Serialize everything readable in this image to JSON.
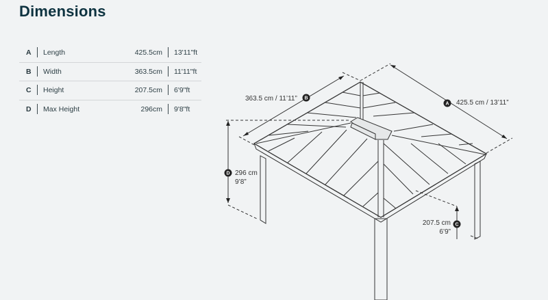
{
  "title": "Dimensions",
  "rows": [
    {
      "letter": "A",
      "label": "Length",
      "cm": "425.5cm",
      "ft": "13'11\"ft"
    },
    {
      "letter": "B",
      "label": "Width",
      "cm": "363.5cm",
      "ft": "11'11\"ft"
    },
    {
      "letter": "C",
      "label": "Height",
      "cm": "207.5cm",
      "ft": "6'9\"ft"
    },
    {
      "letter": "D",
      "label": "Max Height",
      "cm": "296cm",
      "ft": "9'8\"ft"
    }
  ],
  "diagram": {
    "a": {
      "badge": "A",
      "text": "425.5 cm / 13’11”"
    },
    "b": {
      "badge": "B",
      "text": "363.5 cm / 11’11”"
    },
    "c": {
      "badge": "C",
      "cm": "207.5 cm",
      "ft": "6’9”"
    },
    "d": {
      "badge": "D",
      "cm": "296 cm",
      "ft": "9’8”"
    }
  }
}
